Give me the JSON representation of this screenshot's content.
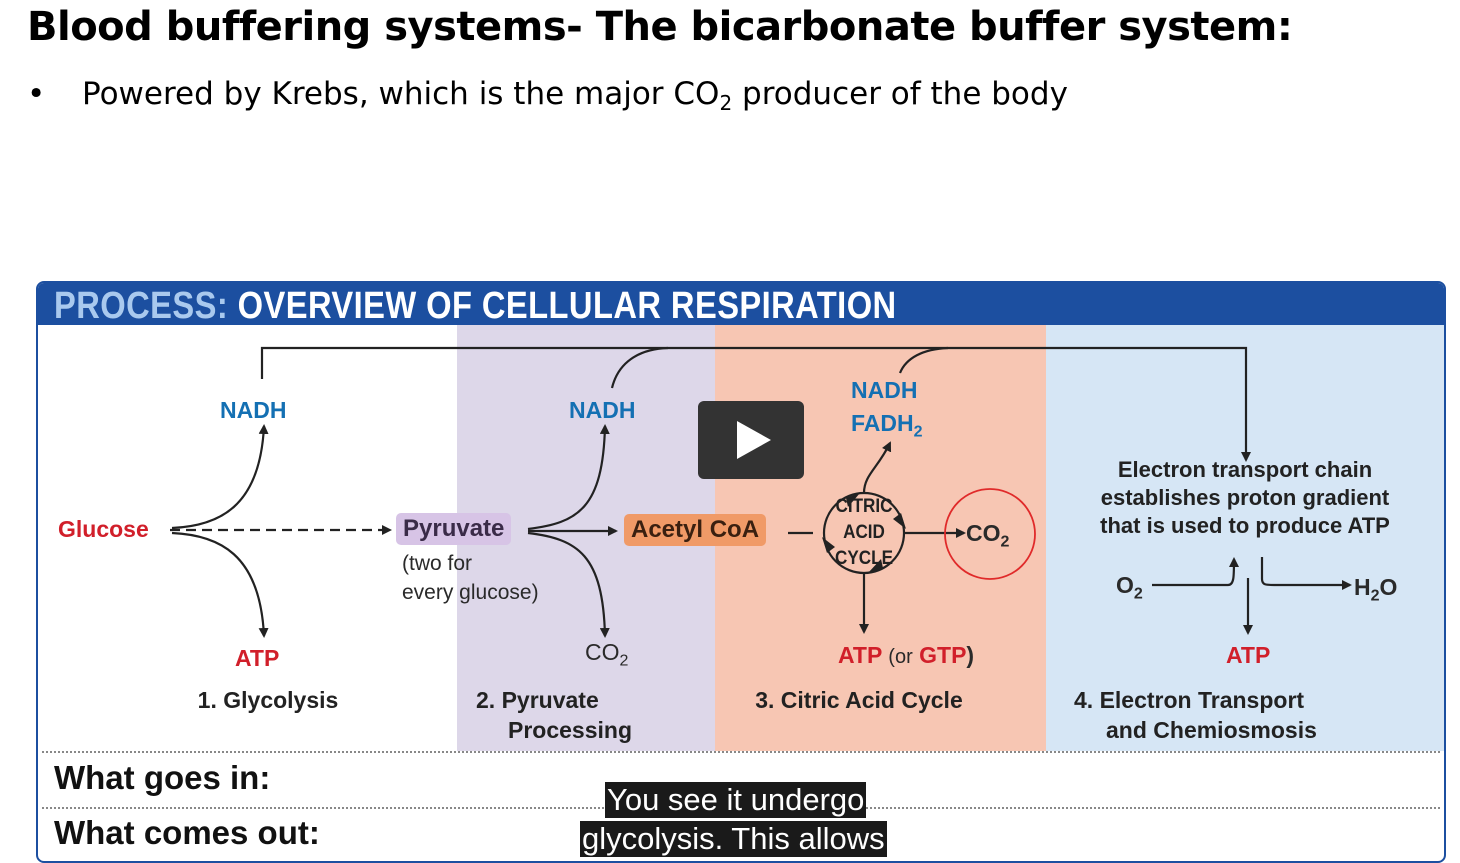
{
  "slide": {
    "title": "Blood buffering systems- The bicarbonate buffer system:",
    "bullet_marker": "•",
    "bullet_pre": "Powered by Krebs, which is the major CO",
    "bullet_sub": "2",
    "bullet_post": " producer of the body"
  },
  "figure": {
    "header_prefix": "PROCESS:",
    "header_title": "OVERVIEW OF CELLULAR RESPIRATION",
    "glucose": "Glucose",
    "nadh_1": "NADH",
    "atp_1": "ATP",
    "pyruvate": "Pyruvate",
    "pyruvate_note_1": "(two for",
    "pyruvate_note_2": "every glucose)",
    "nadh_2": "NADH",
    "co2_2": "CO",
    "co2_2_sub": "2",
    "acetyl_coa": "Acetyl CoA",
    "nadh_3": "NADH",
    "fadh2": "FADH",
    "fadh2_sub": "2",
    "cycle_line_1": "CITRIC",
    "cycle_line_2": "ACID",
    "cycle_line_3": "CYCLE",
    "co2_3": "CO",
    "co2_3_sub": "2",
    "atp_3": "ATP",
    "or_gtp_or": "(or",
    "gtp": "GTP",
    "close_paren": ")",
    "etc_line_1": "Electron transport chain",
    "etc_line_2": "establishes proton gradient",
    "etc_line_3": "that is used to produce ATP",
    "o2": "O",
    "o2_sub": "2",
    "h2o_h": "H",
    "h2o_sub": "2",
    "h2o_o": "O",
    "atp_4": "ATP",
    "stage_1": "1. Glycolysis",
    "stage_2_line_1": "2. Pyruvate",
    "stage_2_line_2": "Processing",
    "stage_3": "3. Citric Acid Cycle",
    "stage_4_line_1": "4. Electron Transport",
    "stage_4_line_2": "and Chemiosmosis",
    "row_in": "What goes in:",
    "row_out": "What comes out:"
  },
  "player": {
    "play_icon": "play-icon",
    "caption_line_1": "You see it undergo",
    "caption_line_2": "glycolysis. This allows"
  },
  "colors": {
    "header_blue": "#1c4fa0",
    "purple_band": "#ddd7e9",
    "salmon_band": "#f7c6b3",
    "blue_band": "#d6e6f5",
    "label_blue": "#1470b3",
    "label_red": "#d11f2a"
  }
}
